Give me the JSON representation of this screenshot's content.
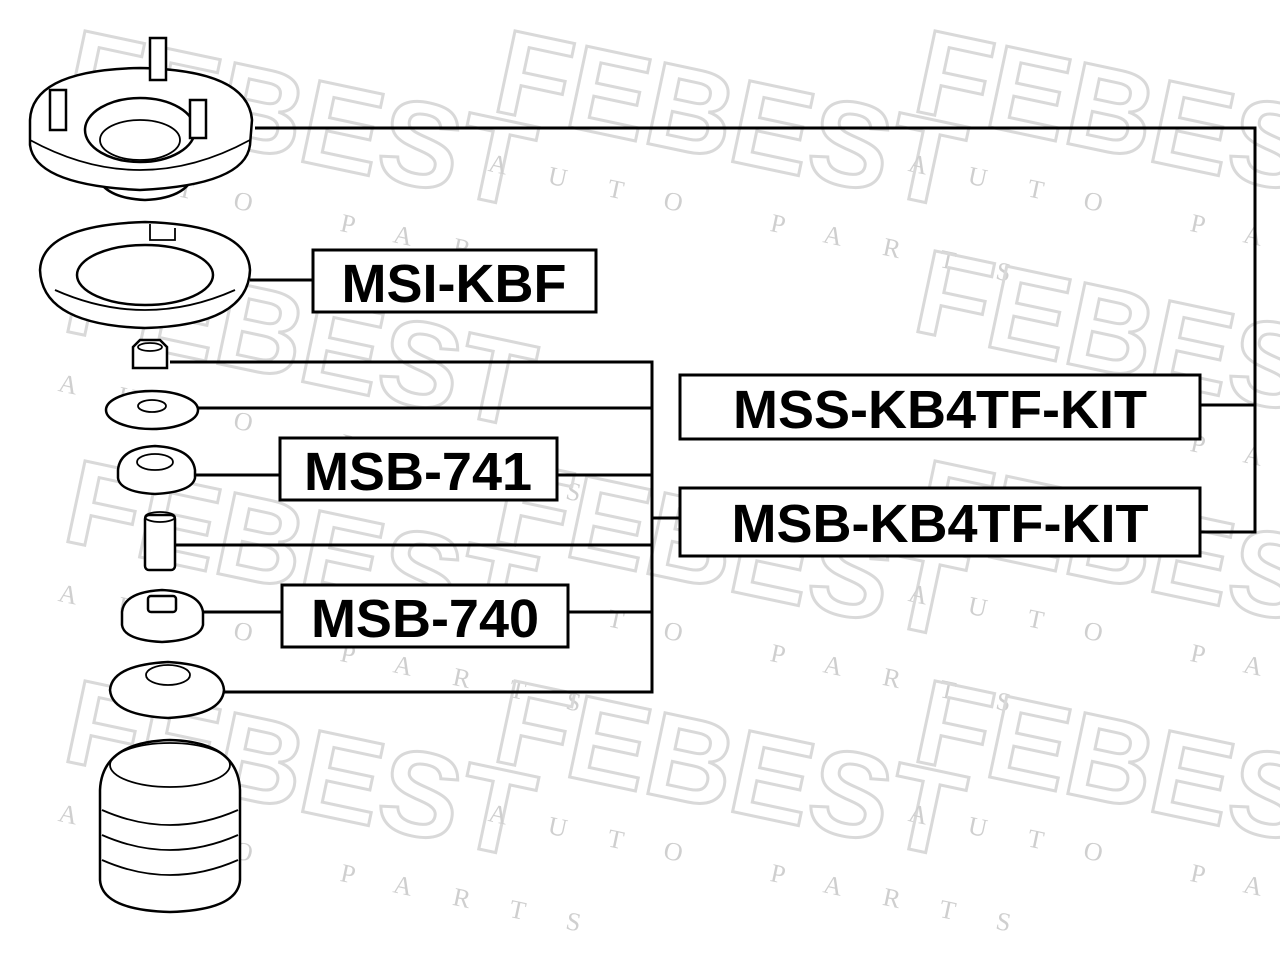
{
  "watermark": {
    "brand": "FEBEST",
    "tagline": "AUTO PARTS"
  },
  "parts": [
    {
      "id": "strut-mount",
      "icon": "strut-mount-icon"
    },
    {
      "id": "spring-insulator",
      "icon": "spring-insulator-icon"
    },
    {
      "id": "nut",
      "icon": "nut-icon"
    },
    {
      "id": "washer-upper",
      "icon": "washer-icon"
    },
    {
      "id": "bushing-upper",
      "icon": "bushing-icon"
    },
    {
      "id": "sleeve",
      "icon": "sleeve-icon"
    },
    {
      "id": "bushing-lower",
      "icon": "bushing-icon"
    },
    {
      "id": "washer-lower",
      "icon": "washer-icon"
    },
    {
      "id": "dust-boot",
      "icon": "dust-boot-icon"
    }
  ],
  "labels": {
    "msi": "MSI-KBF",
    "mss_kit": "MSS-KB4TF-KIT",
    "msb741": "MSB-741",
    "msb_kit": "MSB-KB4TF-KIT",
    "msb740": "MSB-740"
  }
}
